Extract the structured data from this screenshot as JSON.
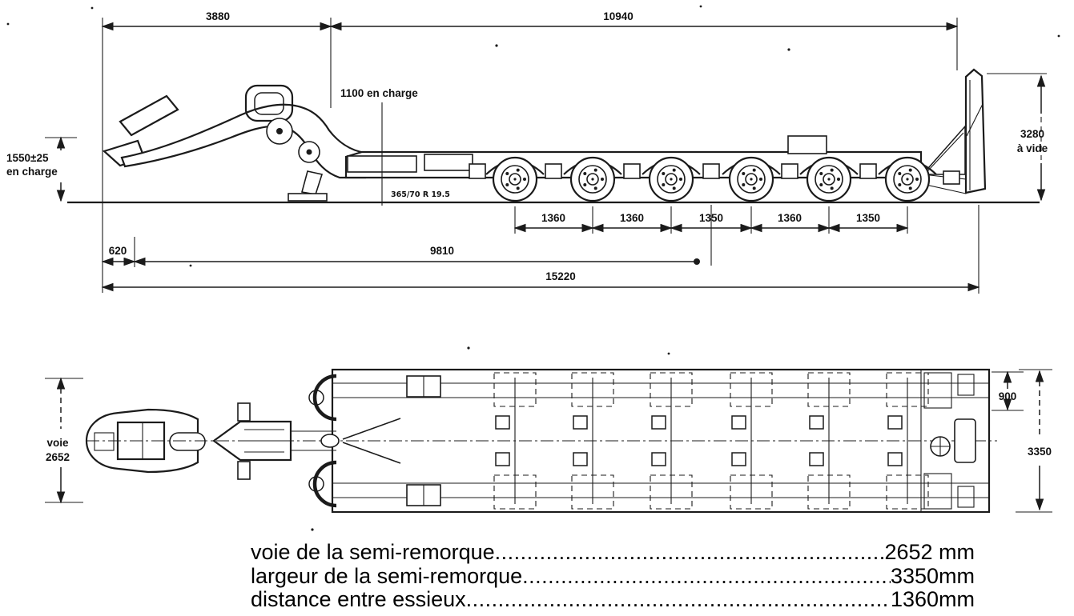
{
  "side_view": {
    "top_front": "3880",
    "top_rear": "10940",
    "kingpin_height": "1100 en charge",
    "front_height": "1550±25",
    "front_height_note": "en charge",
    "rear_height": "3280",
    "rear_height_note": "à vide",
    "tire_marking": "365/70 R 19.5",
    "axle_spacings": [
      "1360",
      "1360",
      "1350",
      "1360",
      "1350"
    ],
    "front_overhang": "620",
    "mid_length": "9810",
    "overall_length": "15220"
  },
  "plan_view": {
    "track_label": "voie",
    "track_value": "2652",
    "rear_offset": "900",
    "overall_width": "3350"
  },
  "legend": {
    "rows": [
      {
        "label": "voie de la semi-remorque",
        "leader": "..................................................................................................",
        "value": "2652 mm"
      },
      {
        "label": "largeur de la semi-remorque",
        "leader": "..................................................................................................",
        "value": "3350mm"
      },
      {
        "label": "distance entre essieux",
        "leader": "..................................................................................................",
        "value": "1360mm"
      }
    ]
  }
}
